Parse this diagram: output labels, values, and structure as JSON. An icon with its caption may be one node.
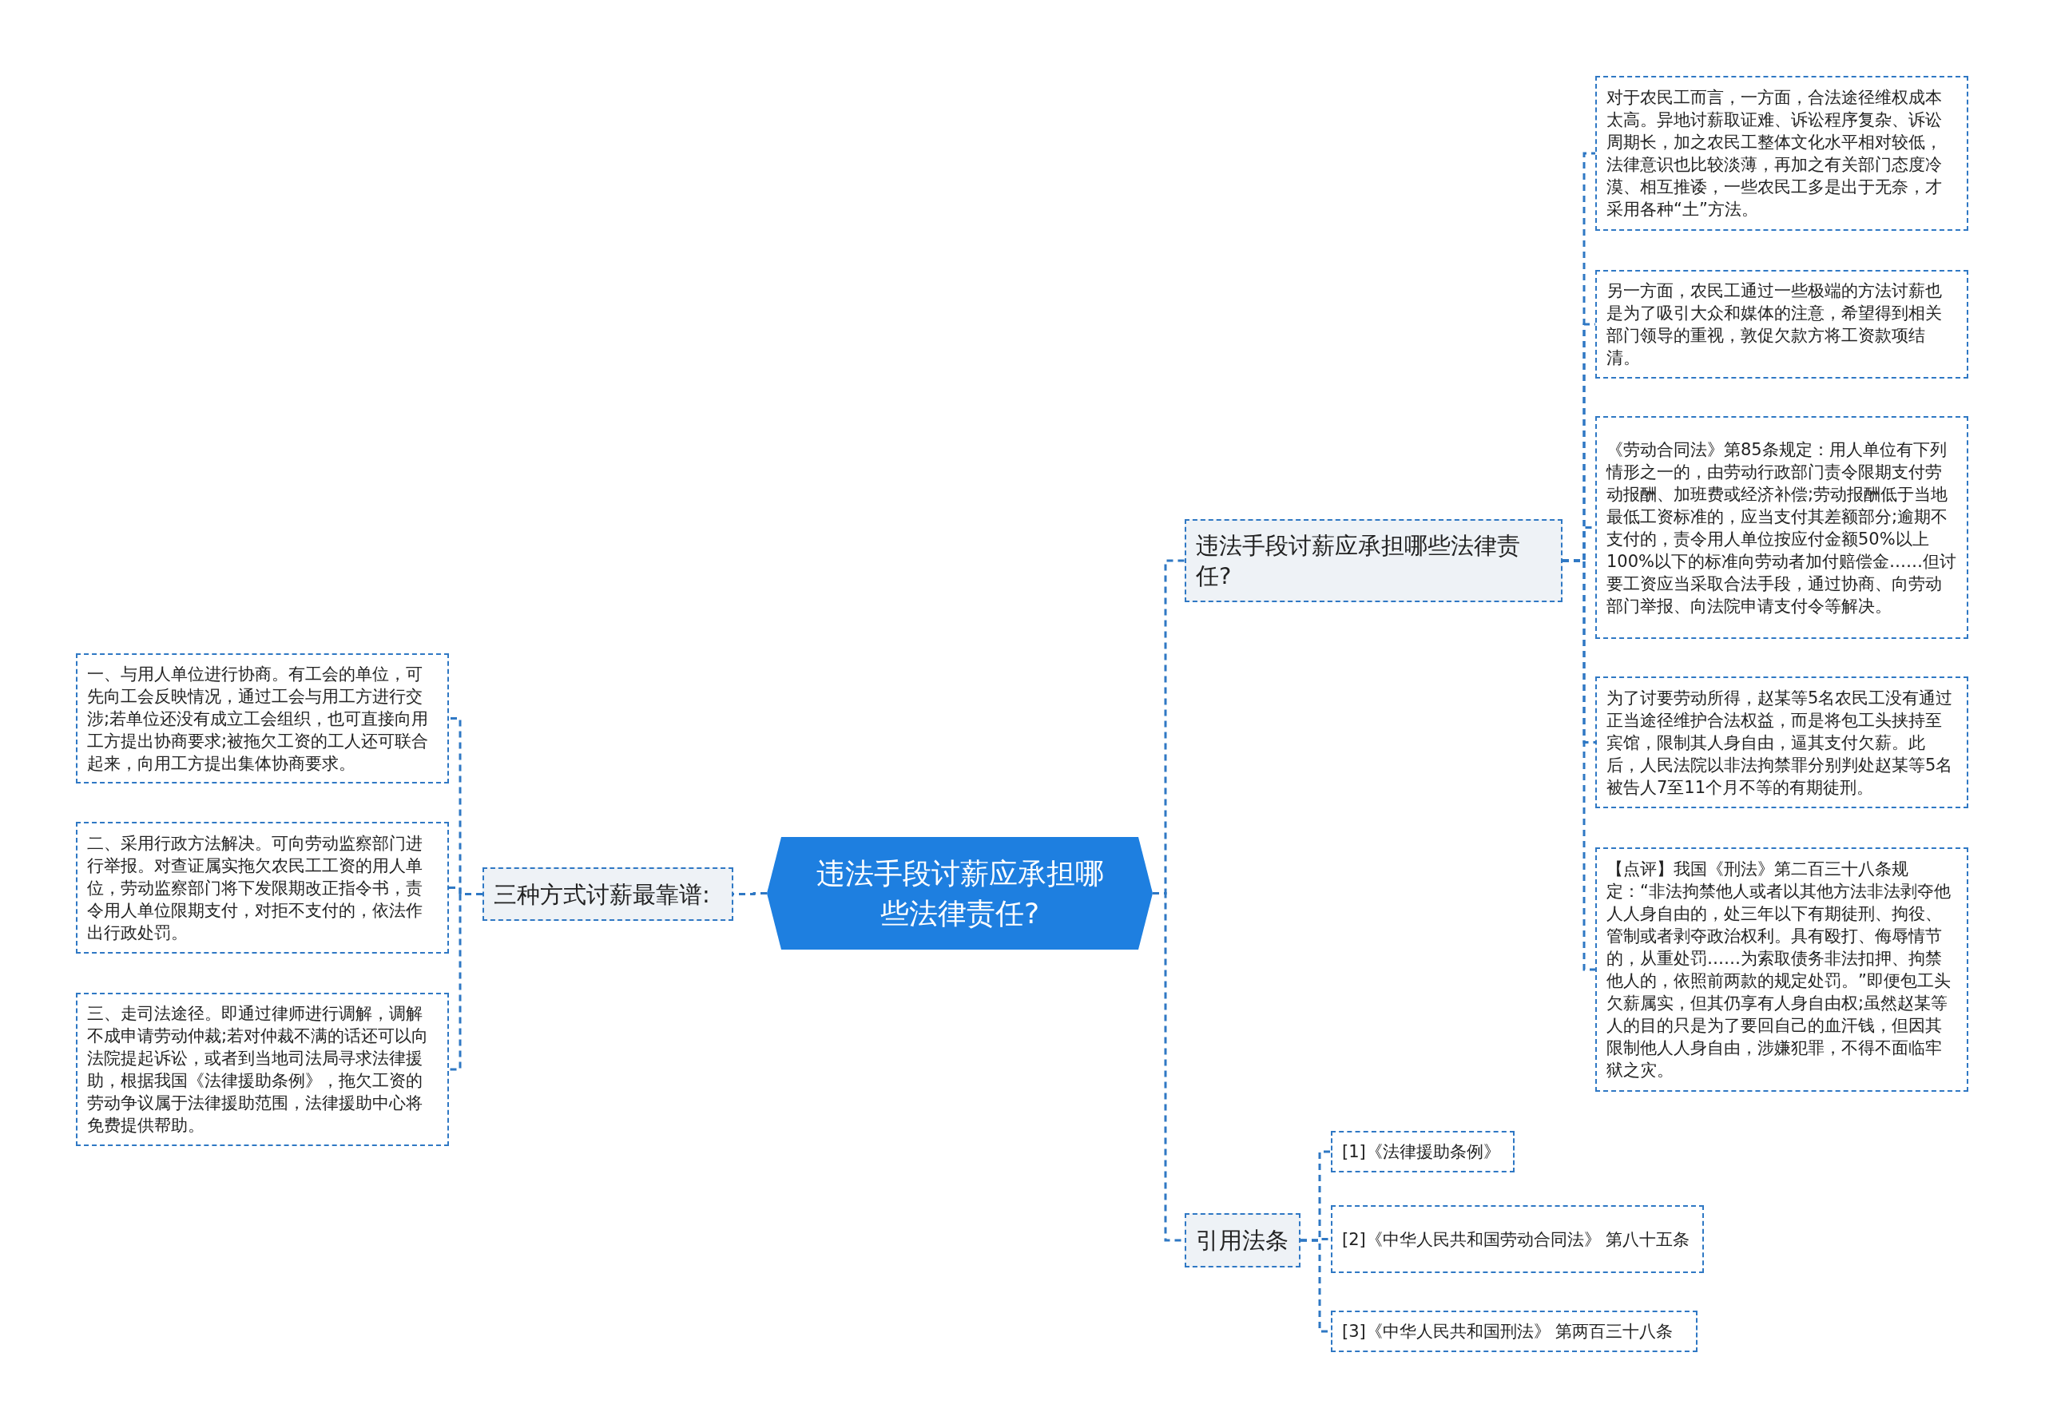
{
  "diagram": {
    "nodes": [
      {
        "text": [
          "违法手段讨薪应承担哪些法律责任?"
        ]
      },
      {
        "text": [
          "违法手段讨薪应承担哪些法律责任?"
        ]
      },
      {
        "text": [
          "对于农民工而言，一方面，合法途径维权成本太高。异地讨薪取证难、诉讼程序复杂、诉讼周期长，加之农民工整体文化水平相对较低，法律意识也比较淡薄，再加之有关部门态度冷漠、相互推诿，一些农民工多是出于无奈，才采用各种“土”方法。"
        ]
      },
      {
        "text": [
          "另一方面，农民工通过一些极端的方法讨薪也是为了吸引大众和媒体的注意，希望得到相关部门领导的重视，敦促欠款方将工资款项结清。"
        ]
      },
      {
        "text": [
          "《劳动合同法》第85条规定：用人单位有下列情形之一的，由劳动行政部门责令限期支付劳动报酬、加班费或经济补偿;劳动报酬低于当地最低工资标准的，应当支付其差额部分;逾期不支付的，责令用人单位按应付金额50%以上100%以下的标准向劳动者加付赔偿金……但讨要工资应当采取合法手段，通过协商、向劳动部门举报、向法院申请支付令等解决。"
        ]
      },
      {
        "text": [
          "为了讨要劳动所得，赵某等5名农民工没有通过正当途径维护合法权益，而是将包工头挟持至宾馆，限制其人身自由，逼其支付欠薪。此后，人民法院以非法拘禁罪分别判处赵某等5名被告人7至11个月不等的有期徒刑。"
        ]
      },
      {
        "text": [
          "【点评】我国《刑法》第二百三十八条规定：“非法拘禁他人或者以其他方法非法剥夺他人人身自由的，处三年以下有期徒刑、拘役、管制或者剥夺政治权利。具有殴打、侮辱情节的，从重处罚……为索取债务非法扣押、拘禁他人的，依照前两款的规定处罚。”即便包工头欠薪属实，但其仍享有人身自由权;虽然赵某等人的目的只是为了要回自己的血汗钱，但因其限制他人人身自由，涉嫌犯罪，不得不面临牢狱之灾。"
        ]
      },
      {
        "text": [
          "引用法条"
        ]
      },
      {
        "text": [
          "[1]《法律援助条例》"
        ]
      },
      {
        "text": [
          "[2]《中华人民共和国劳动合同法》 第八十五条"
        ]
      },
      {
        "text": [
          "[3]《中华人民共和国刑法》 第两百三十八条"
        ]
      },
      {
        "text": [
          "三种方式讨薪最靠谱:"
        ]
      },
      {
        "text": [
          "一、与用人单位进行协商。有工会的单位，可先向工会反映情况，通过工会与用工方进行交涉;若单位还没有成立工会组织，也可直接向用工方提出协商要求;被拖欠工资的工人还可联合起来，向用工方提出集体协商要求。"
        ]
      },
      {
        "text": [
          "二、采用行政方法解决。可向劳动监察部门进行举报。对查证属实拖欠农民工工资的用人单位，劳动监察部门将下发限期改正指令书，责令用人单位限期支付，对拒不支付的，依法作出行政处罚。"
        ]
      },
      {
        "text": [
          "三、走司法途径。即通过律师进行调解，调解不成申请劳动仲裁;若对仲裁不满的话还可以向法院提起诉讼，或者到当地司法局寻求法律援助，根据我国《法律援助条例》，拖欠工资的劳动争议属于法律援助范围，法律援助中心将免费提供帮助。"
        ]
      }
    ],
    "edges": [
      {
        "from": 0,
        "to": 1,
        "arrow": "none"
      },
      {
        "from": 1,
        "to": 2,
        "arrow": "none"
      },
      {
        "from": 1,
        "to": 3,
        "arrow": "none"
      },
      {
        "from": 1,
        "to": 4,
        "arrow": "none"
      },
      {
        "from": 1,
        "to": 5,
        "arrow": "none"
      },
      {
        "from": 1,
        "to": 6,
        "arrow": "none"
      },
      {
        "from": 0,
        "to": 7,
        "arrow": "none"
      },
      {
        "from": 7,
        "to": 8,
        "arrow": "none"
      },
      {
        "from": 7,
        "to": 9,
        "arrow": "none"
      },
      {
        "from": 7,
        "to": 10,
        "arrow": "none"
      },
      {
        "from": 0,
        "to": 11,
        "arrow": "none"
      },
      {
        "from": 11,
        "to": 12,
        "arrow": "none"
      },
      {
        "from": 11,
        "to": 13,
        "arrow": "none"
      },
      {
        "from": 11,
        "to": 14,
        "arrow": "none"
      }
    ]
  }
}
